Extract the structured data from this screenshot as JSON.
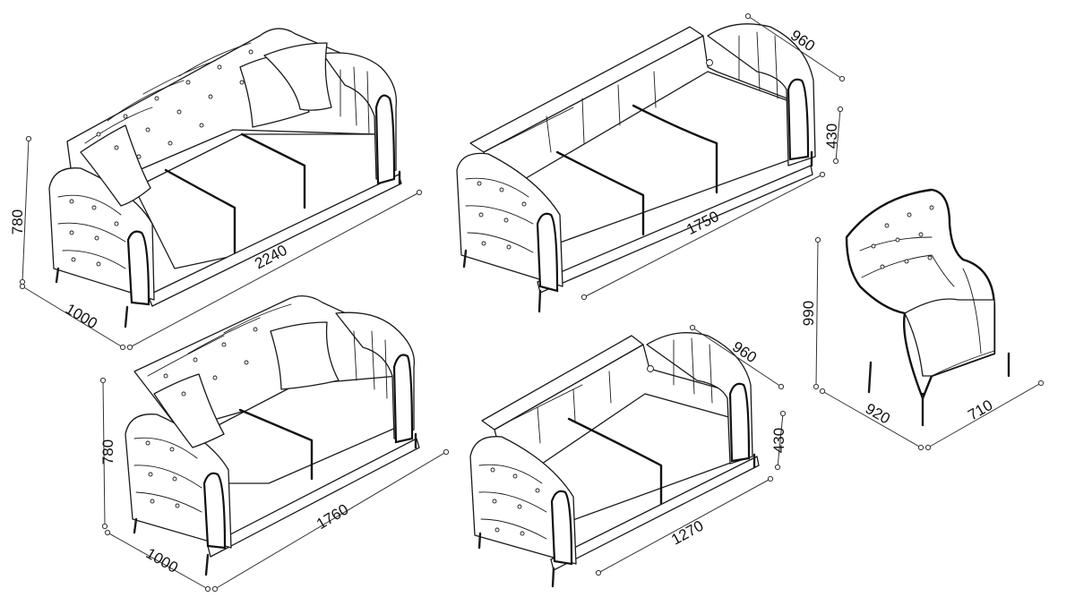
{
  "diagram": {
    "items": [
      {
        "id": "sofa-3-seat",
        "dims": {
          "height": "780",
          "depth": "1000",
          "width": "2240"
        }
      },
      {
        "id": "sofa-bed-3",
        "dims": {
          "depth": "960",
          "seat_height": "430",
          "width": "1750"
        }
      },
      {
        "id": "sofa-2-seat",
        "dims": {
          "height": "780",
          "depth": "1000",
          "width": "1760"
        }
      },
      {
        "id": "sofa-bed-2",
        "dims": {
          "depth": "960",
          "seat_height": "430",
          "width": "1270"
        }
      },
      {
        "id": "armchair",
        "dims": {
          "height": "990",
          "depth": "920",
          "width": "710"
        }
      }
    ]
  },
  "colors": {
    "line": "#1a1a1a",
    "background": "#ffffff"
  }
}
